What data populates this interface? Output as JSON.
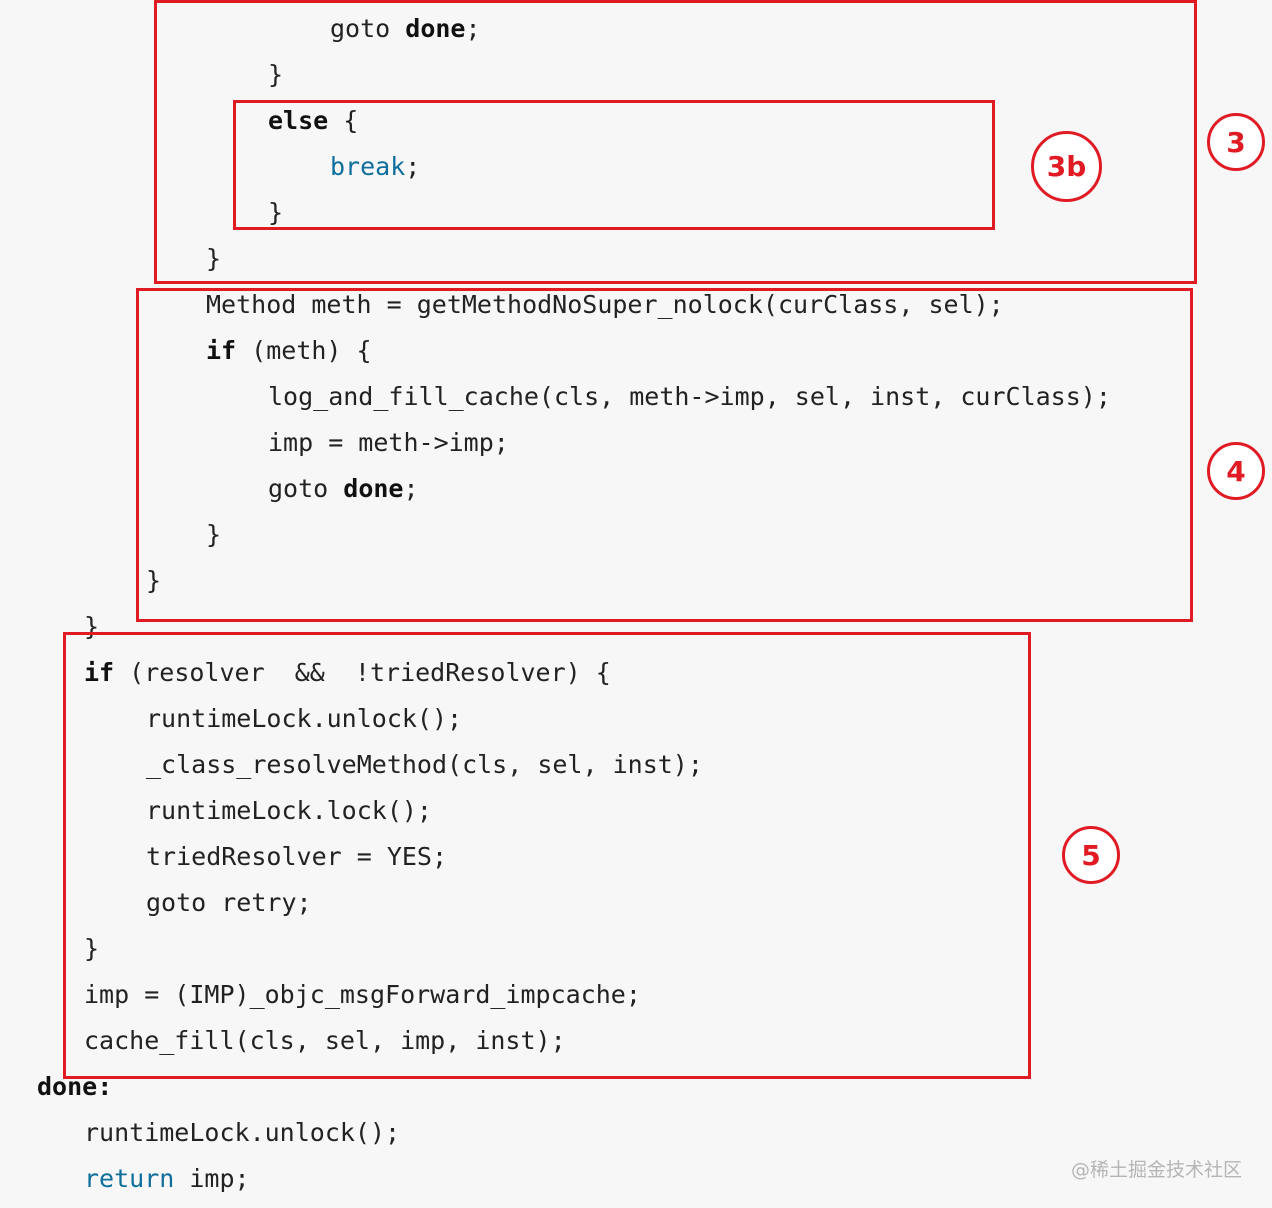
{
  "code": {
    "lines": [
      [
        {
          "t": "goto "
        },
        {
          "t": "done",
          "s": "bold"
        },
        {
          "t": ";"
        }
      ],
      [
        {
          "t": "}"
        }
      ],
      [
        {
          "t": "else",
          "s": "bold"
        },
        {
          "t": " {"
        }
      ],
      [
        {
          "t": "break",
          "s": "kwblue"
        },
        {
          "t": ";"
        }
      ],
      [
        {
          "t": "}"
        }
      ],
      [
        {
          "t": "}"
        }
      ],
      [
        {
          "t": "Method meth = getMethodNoSuper_nolock(curClass, sel);"
        }
      ],
      [
        {
          "t": "if",
          "s": "bold"
        },
        {
          "t": " (meth) {"
        }
      ],
      [
        {
          "t": "log_and_fill_cache(cls, meth->imp, sel, inst, curClass);"
        }
      ],
      [
        {
          "t": "imp = meth->imp;"
        }
      ],
      [
        {
          "t": "goto "
        },
        {
          "t": "done",
          "s": "bold"
        },
        {
          "t": ";"
        }
      ],
      [
        {
          "t": "}"
        }
      ],
      [
        {
          "t": "}"
        }
      ],
      [
        {
          "t": "}"
        }
      ],
      [
        {
          "t": "if",
          "s": "bold"
        },
        {
          "t": " (resolver  &&  !triedResolver) {"
        }
      ],
      [
        {
          "t": "runtimeLock.unlock();"
        }
      ],
      [
        {
          "t": "_class_resolveMethod(cls, sel, inst);"
        }
      ],
      [
        {
          "t": "runtimeLock.lock();"
        }
      ],
      [
        {
          "t": "triedResolver = YES;"
        }
      ],
      [
        {
          "t": "goto retry;"
        }
      ],
      [
        {
          "t": "}"
        }
      ],
      [
        {
          "t": "imp = (IMP)_objc_msgForward_impcache;"
        }
      ],
      [
        {
          "t": "cache_fill(cls, sel, imp, inst);"
        }
      ],
      [
        {
          "t": "done:",
          "s": "bold"
        }
      ],
      [
        {
          "t": "runtimeLock.unlock();"
        }
      ],
      [
        {
          "t": "return",
          "s": "kwblue"
        },
        {
          "t": " imp;"
        }
      ]
    ]
  },
  "annotations": [
    {
      "label": "3",
      "box": "box-3"
    },
    {
      "label": "3b",
      "box": "box-3b"
    },
    {
      "label": "4",
      "box": "box-4"
    },
    {
      "label": "5",
      "box": "box-5"
    }
  ],
  "colors": {
    "annotation": "#e01b24",
    "keyword_blue": "#0e6e9c",
    "background": "#f7f7f7"
  },
  "watermark": "@稀土掘金技术社区"
}
